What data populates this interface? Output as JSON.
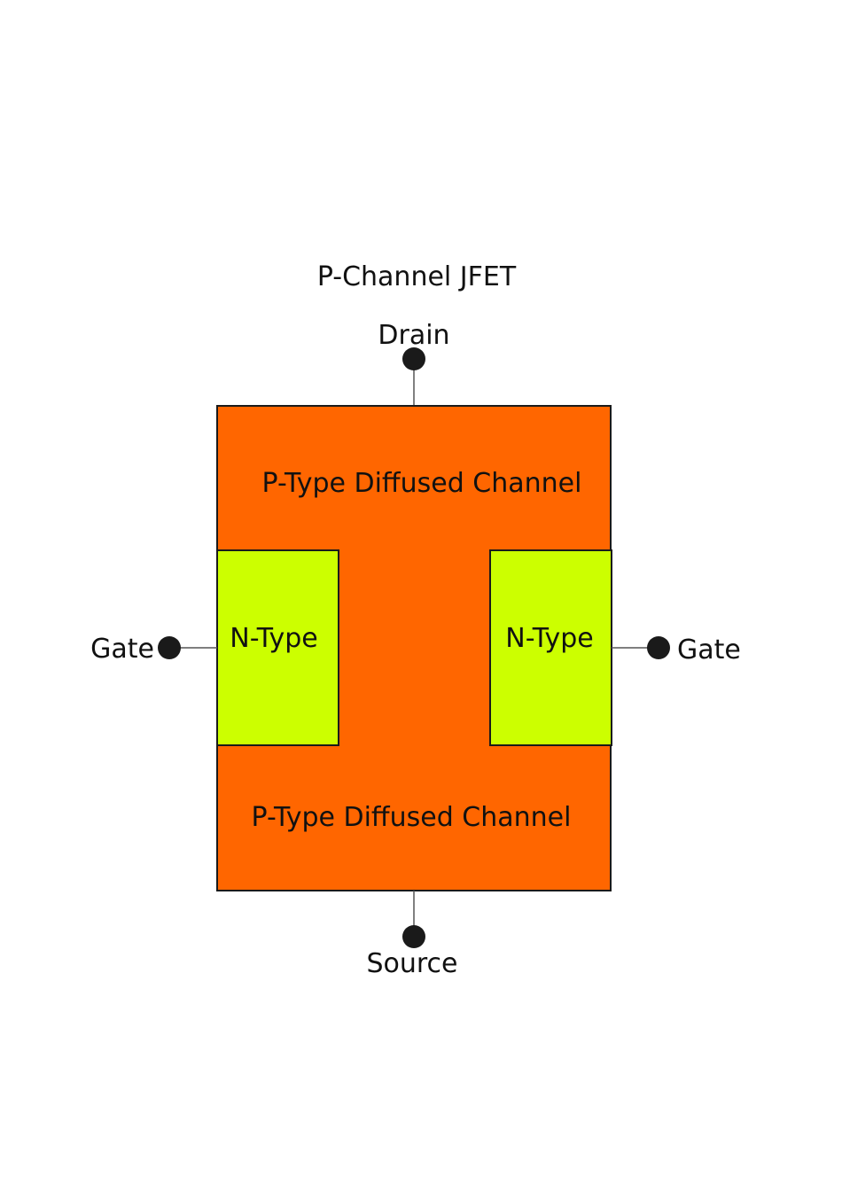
{
  "title": "P-Channel JFET",
  "terminals": {
    "drain": "Drain",
    "source": "Source",
    "gate_left": "Gate",
    "gate_right": "Gate"
  },
  "regions": {
    "channel_top": "P-Type Diffused Channel",
    "channel_bottom": "P-Type Diffused Channel",
    "gate_left": "N-Type",
    "gate_right": "N-Type"
  },
  "colors": {
    "p_type": "#ff6600",
    "n_type": "#ccff00",
    "terminal": "#1a1a1a",
    "wire": "#555555",
    "outline": "#1a1a1a"
  }
}
